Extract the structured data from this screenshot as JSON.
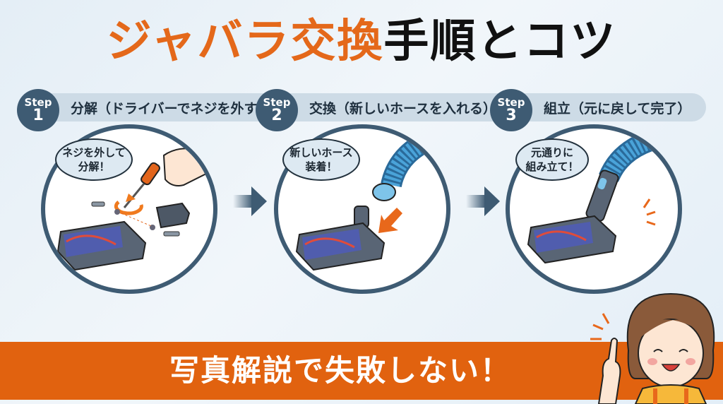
{
  "title": {
    "orange_part": "ジャバラ交換",
    "black_part": "手順とコツ",
    "orange_color": "#e4681a"
  },
  "steps": [
    {
      "badge_word": "Step",
      "badge_number": "1",
      "label": "分解（ドライバーでネジを外す）",
      "bubble_line1": "ネジを外して",
      "bubble_line2": "分解！",
      "illustration": "screwdriver-removing-screws-from-vacuum-head"
    },
    {
      "badge_word": "Step",
      "badge_number": "2",
      "label": "交換（新しいホースを入れる）",
      "bubble_line1": "新しいホース",
      "bubble_line2": "装着！",
      "illustration": "new-blue-hose-inserted-into-vacuum-head"
    },
    {
      "badge_word": "Step",
      "badge_number": "3",
      "label": "組立（元に戻して完了）",
      "bubble_line1": "元通りに",
      "bubble_line2": "組み立て！",
      "illustration": "assembled-vacuum-head-with-hose"
    }
  ],
  "banner": {
    "text": "写真解説で失敗しない！",
    "color": "#e1620f"
  },
  "colors": {
    "badge": "#3e5b73",
    "pill": "#cddbe6",
    "hose": "#4aa3d9"
  }
}
